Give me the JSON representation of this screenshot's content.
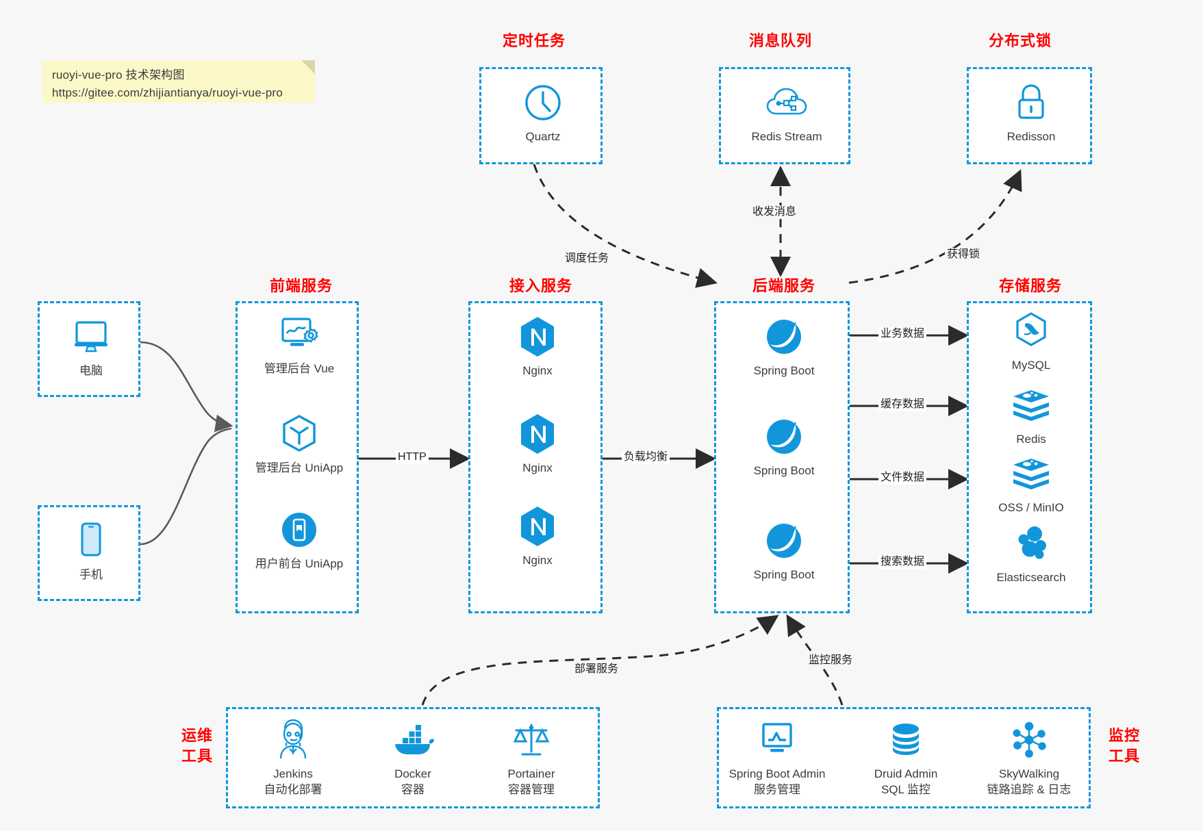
{
  "note": {
    "line1": "ruoyi-vue-pro 技术架构图",
    "line2": "https://gitee.com/zhijiantianya/ruoyi-vue-pro"
  },
  "colors": {
    "accent_blue": "#1296db",
    "title_red": "#ff0000",
    "background": "#f7f7f7",
    "box_fill": "#ffffff",
    "note_yellow": "#fcf8c8",
    "arrow_dark": "#2b2b2b",
    "arrow_gray": "#5a5a5a"
  },
  "groups": {
    "scheduled_task": {
      "title": "定时任务",
      "nodes": [
        {
          "label": "Quartz",
          "icon": "clock-icon"
        }
      ]
    },
    "message_queue": {
      "title": "消息队列",
      "nodes": [
        {
          "label": "Redis Stream",
          "icon": "cloud-stream-icon"
        }
      ]
    },
    "distributed_lock": {
      "title": "分布式锁",
      "nodes": [
        {
          "label": "Redisson",
          "icon": "lock-icon"
        }
      ]
    },
    "clients": {
      "nodes": [
        {
          "label": "电脑",
          "icon": "desktop-icon"
        },
        {
          "label": "手机",
          "icon": "mobile-icon"
        }
      ]
    },
    "frontend": {
      "title": "前端服务",
      "nodes": [
        {
          "label": "管理后台 Vue",
          "icon": "admin-dashboard-icon"
        },
        {
          "label": "管理后台 UniApp",
          "icon": "cube-icon"
        },
        {
          "label": "用户前台 UniApp",
          "icon": "phone-app-icon"
        }
      ]
    },
    "gateway": {
      "title": "接入服务",
      "nodes": [
        {
          "label": "Nginx",
          "icon": "nginx-icon"
        },
        {
          "label": "Nginx",
          "icon": "nginx-icon"
        },
        {
          "label": "Nginx",
          "icon": "nginx-icon"
        }
      ]
    },
    "backend": {
      "title": "后端服务",
      "nodes": [
        {
          "label": "Spring Boot",
          "icon": "spring-boot-icon"
        },
        {
          "label": "Spring Boot",
          "icon": "spring-boot-icon"
        },
        {
          "label": "Spring Boot",
          "icon": "spring-boot-icon"
        }
      ]
    },
    "storage": {
      "title": "存储服务",
      "nodes": [
        {
          "label": "MySQL",
          "icon": "mysql-icon"
        },
        {
          "label": "Redis",
          "icon": "redis-icon"
        },
        {
          "label": "OSS / MinIO",
          "icon": "minio-icon"
        },
        {
          "label": "Elasticsearch",
          "icon": "elasticsearch-icon"
        }
      ]
    },
    "devops": {
      "title": "运维\n工具",
      "title_line1": "运维",
      "title_line2": "工具",
      "nodes": [
        {
          "label": "Jenkins",
          "sublabel": "自动化部署",
          "icon": "jenkins-icon"
        },
        {
          "label": "Docker",
          "sublabel": "容器",
          "icon": "docker-icon"
        },
        {
          "label": "Portainer",
          "sublabel": "容器管理",
          "icon": "scales-icon"
        }
      ]
    },
    "monitoring": {
      "title_line1": "监控",
      "title_line2": "工具",
      "nodes": [
        {
          "label": "Spring Boot Admin",
          "sublabel": "服务管理",
          "icon": "monitor-chart-icon"
        },
        {
          "label": "Druid Admin",
          "sublabel": "SQL 监控",
          "icon": "database-icon"
        },
        {
          "label": "SkyWalking",
          "sublabel": "链路追踪 & 日志",
          "icon": "skywalking-icon"
        }
      ]
    }
  },
  "edges": [
    {
      "label": "HTTP",
      "from": "frontend",
      "to": "gateway"
    },
    {
      "label": "负载均衡",
      "from": "gateway",
      "to": "backend"
    },
    {
      "label": "调度任务",
      "from": "scheduled_task",
      "to": "backend"
    },
    {
      "label": "收发消息",
      "from": "backend",
      "to": "message_queue"
    },
    {
      "label": "获得锁",
      "from": "backend",
      "to": "distributed_lock"
    },
    {
      "label": "业务数据",
      "from": "backend",
      "to": "storage.mysql"
    },
    {
      "label": "缓存数据",
      "from": "backend",
      "to": "storage.redis"
    },
    {
      "label": "文件数据",
      "from": "backend",
      "to": "storage.minio"
    },
    {
      "label": "搜索数据",
      "from": "backend",
      "to": "storage.elasticsearch"
    },
    {
      "label": "部署服务",
      "from": "devops",
      "to": "backend"
    },
    {
      "label": "监控服务",
      "from": "monitoring",
      "to": "backend"
    }
  ]
}
